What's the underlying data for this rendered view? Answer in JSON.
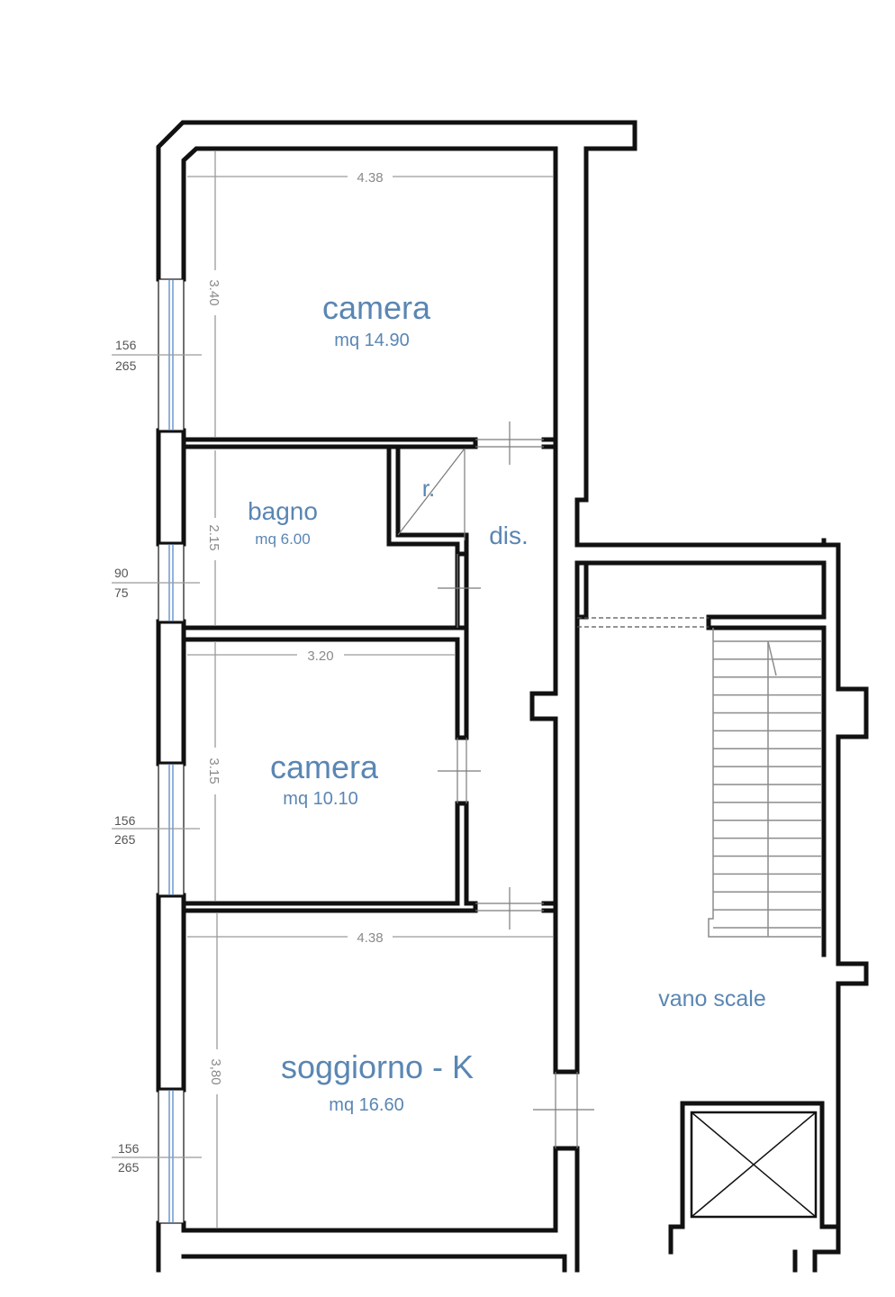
{
  "rooms": {
    "camera_1": {
      "name": "camera",
      "area": "mq 14.90"
    },
    "bagno": {
      "name": "bagno",
      "area": "mq 6.00"
    },
    "ripostiglio": {
      "name": "r."
    },
    "disimpegno": {
      "name": "dis."
    },
    "camera_2": {
      "name": "camera",
      "area": "mq 10.10"
    },
    "soggiorno": {
      "name": "soggiorno - K",
      "area": "mq 16.60"
    },
    "vano_scale": {
      "name": "vano scale"
    }
  },
  "dimensions": {
    "camera_1_width": "4.38",
    "camera_1_depth": "3.40",
    "bagno_depth": "2.15",
    "camera_2_width": "3.20",
    "camera_2_depth": "3.15",
    "soggiorno_width": "4.38",
    "soggiorno_depth": "3,80"
  },
  "windows": {
    "w1": {
      "width": "156",
      "height": "265"
    },
    "w2": {
      "width": "90",
      "height": "75"
    },
    "w3": {
      "width": "156",
      "height": "265"
    },
    "w4": {
      "width": "156",
      "height": "265"
    }
  },
  "colors": {
    "room_label": "#5a86b3",
    "walls": "#111111",
    "dimension_lines": "#9a9a9a",
    "window_glass": "#4a7fc0"
  }
}
